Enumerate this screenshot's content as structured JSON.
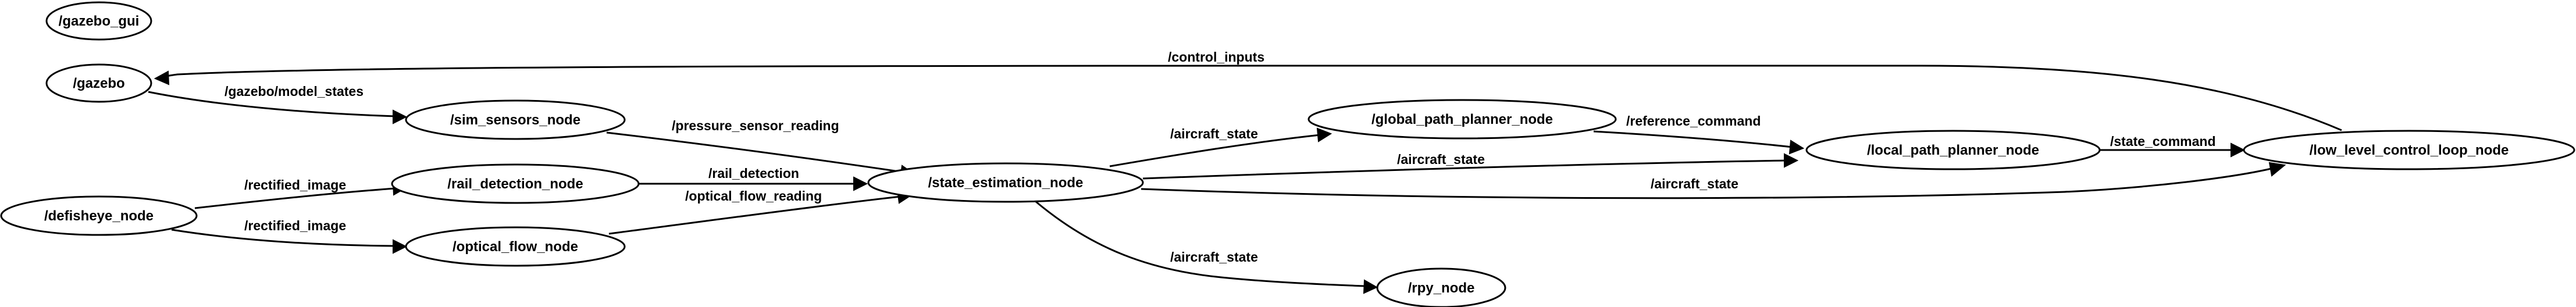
{
  "graph": {
    "nodes": [
      {
        "id": "gazebo_gui",
        "label": "/gazebo_gui"
      },
      {
        "id": "gazebo",
        "label": "/gazebo"
      },
      {
        "id": "defisheye_node",
        "label": "/defisheye_node"
      },
      {
        "id": "sim_sensors_node",
        "label": "/sim_sensors_node"
      },
      {
        "id": "rail_detection_node",
        "label": "/rail_detection_node"
      },
      {
        "id": "optical_flow_node",
        "label": "/optical_flow_node"
      },
      {
        "id": "state_estimation_node",
        "label": "/state_estimation_node"
      },
      {
        "id": "global_path_planner_node",
        "label": "/global_path_planner_node"
      },
      {
        "id": "rpy_node",
        "label": "/rpy_node"
      },
      {
        "id": "local_path_planner_node",
        "label": "/local_path_planner_node"
      },
      {
        "id": "low_level_control_loop_node",
        "label": "/low_level_control_loop_node"
      }
    ],
    "edges": [
      {
        "id": "control_inputs",
        "from": "low_level_control_loop_node",
        "to": "gazebo",
        "label": "/control_inputs"
      },
      {
        "id": "gazebo_model_states",
        "from": "gazebo",
        "to": "sim_sensors_node",
        "label": "/gazebo/model_states"
      },
      {
        "id": "pressure_sensor_reading",
        "from": "sim_sensors_node",
        "to": "state_estimation_node",
        "label": "/pressure_sensor_reading"
      },
      {
        "id": "rectified_image_1",
        "from": "defisheye_node",
        "to": "rail_detection_node",
        "label": "/rectified_image"
      },
      {
        "id": "rectified_image_2",
        "from": "defisheye_node",
        "to": "optical_flow_node",
        "label": "/rectified_image"
      },
      {
        "id": "rail_detection",
        "from": "rail_detection_node",
        "to": "state_estimation_node",
        "label": "/rail_detection"
      },
      {
        "id": "optical_flow_reading",
        "from": "optical_flow_node",
        "to": "state_estimation_node",
        "label": "/optical_flow_reading"
      },
      {
        "id": "aircraft_state_global",
        "from": "state_estimation_node",
        "to": "global_path_planner_node",
        "label": "/aircraft_state"
      },
      {
        "id": "aircraft_state_local",
        "from": "state_estimation_node",
        "to": "local_path_planner_node",
        "label": "/aircraft_state"
      },
      {
        "id": "aircraft_state_low",
        "from": "state_estimation_node",
        "to": "low_level_control_loop_node",
        "label": "/aircraft_state"
      },
      {
        "id": "aircraft_state_rpy",
        "from": "state_estimation_node",
        "to": "rpy_node",
        "label": "/aircraft_state"
      },
      {
        "id": "reference_command",
        "from": "global_path_planner_node",
        "to": "local_path_planner_node",
        "label": "/reference_command"
      },
      {
        "id": "state_command",
        "from": "local_path_planner_node",
        "to": "low_level_control_loop_node",
        "label": "/state_command"
      }
    ]
  }
}
